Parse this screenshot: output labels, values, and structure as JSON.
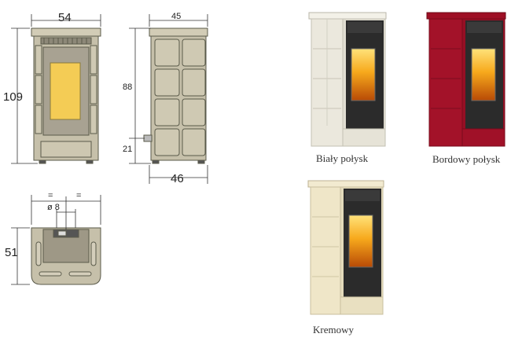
{
  "drawings": {
    "front": {
      "width_label": "54",
      "height_label": "109"
    },
    "side": {
      "top_width_label": "45",
      "bottom_width_label": "46",
      "flue_height_label": "88",
      "inlet_height_label": "21"
    },
    "top": {
      "depth_label": "51",
      "flue_diameter_label": "ø 8",
      "equal_left": "=",
      "equal_right": "="
    }
  },
  "variants": [
    {
      "name": "Biały połysk",
      "color": "#ece9dd"
    },
    {
      "name": "Bordowy połysk",
      "color": "#a3122a"
    },
    {
      "name": "Kremowy",
      "color": "#ede3c4"
    }
  ]
}
